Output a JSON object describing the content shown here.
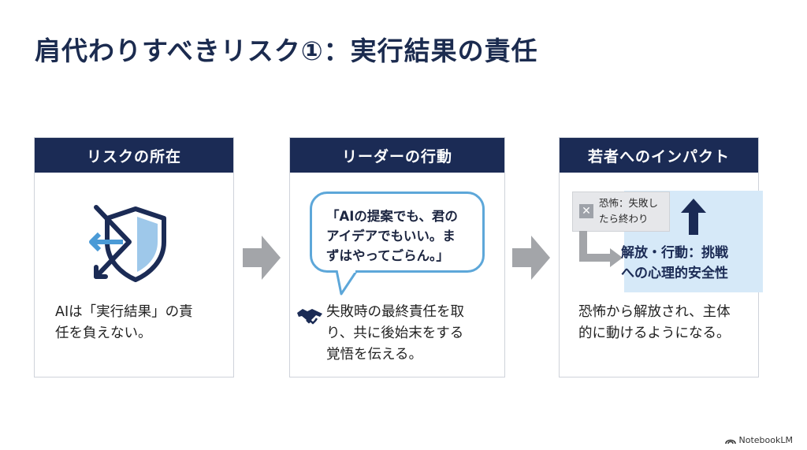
{
  "title": "肩代わりすべきリスク①：実行結果の責任",
  "cards": [
    {
      "header": "リスクの所在",
      "icon": "shield-deflect-icon",
      "body": [
        "AIは「実行結果」の責",
        "任を負えない。"
      ]
    },
    {
      "header": "リーダーの行動",
      "quote": [
        "「AIの提案でも、君の",
        "アイデアでもいい。ま",
        "ずはやってごらん。」"
      ],
      "icon": "handshake-icon",
      "body": [
        "失敗時の最終責任を取",
        "り、共に後始末をする",
        "覚悟を伝える。"
      ]
    },
    {
      "header": "若者へのインパクト",
      "fear": [
        "恐怖：失敗し",
        "たら終わり"
      ],
      "release": [
        "解放・行動：挑戦",
        "への心理的安全性"
      ],
      "body": [
        "恐怖から解放され、主体",
        "的に動けるようになる。"
      ]
    }
  ],
  "footer": "NotebookLM",
  "colors": {
    "navy": "#1b2b55",
    "bubble_border": "#5da7d9",
    "panel_blue": "#d6e9f8",
    "arrow_gray": "#a3a5a9"
  }
}
